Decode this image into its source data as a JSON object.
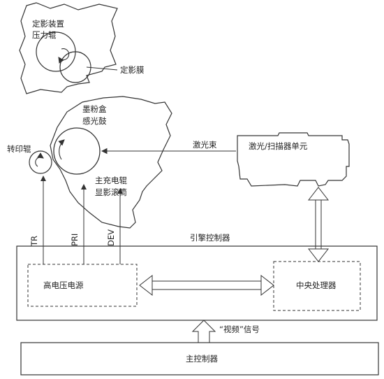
{
  "labels": {
    "fuser_pressure_roller": [
      "定影装置",
      "压力辊"
    ],
    "fuser_film": "定影膜",
    "toner_cartridge": "墨粉盒",
    "photosensitive_drum": "感光鼓",
    "transfer_roller": "转印辊",
    "laser_beam": "激光束",
    "laser_scanner_unit": "激光/扫描器单元",
    "primary_charge_roller": "主充电辊",
    "developer_cylinder": "显影滚筒",
    "signal_tr": "TR",
    "signal_pri": "PRI",
    "signal_dev": "DEV",
    "engine_controller": "引擎控制器",
    "high_voltage_power": "高电压电源",
    "cpu": "中央处理器",
    "video_signal": "“视频”信号",
    "main_controller": "主控制器"
  },
  "colors": {
    "line": "#333333",
    "text": "#222222",
    "background": "#ffffff"
  }
}
